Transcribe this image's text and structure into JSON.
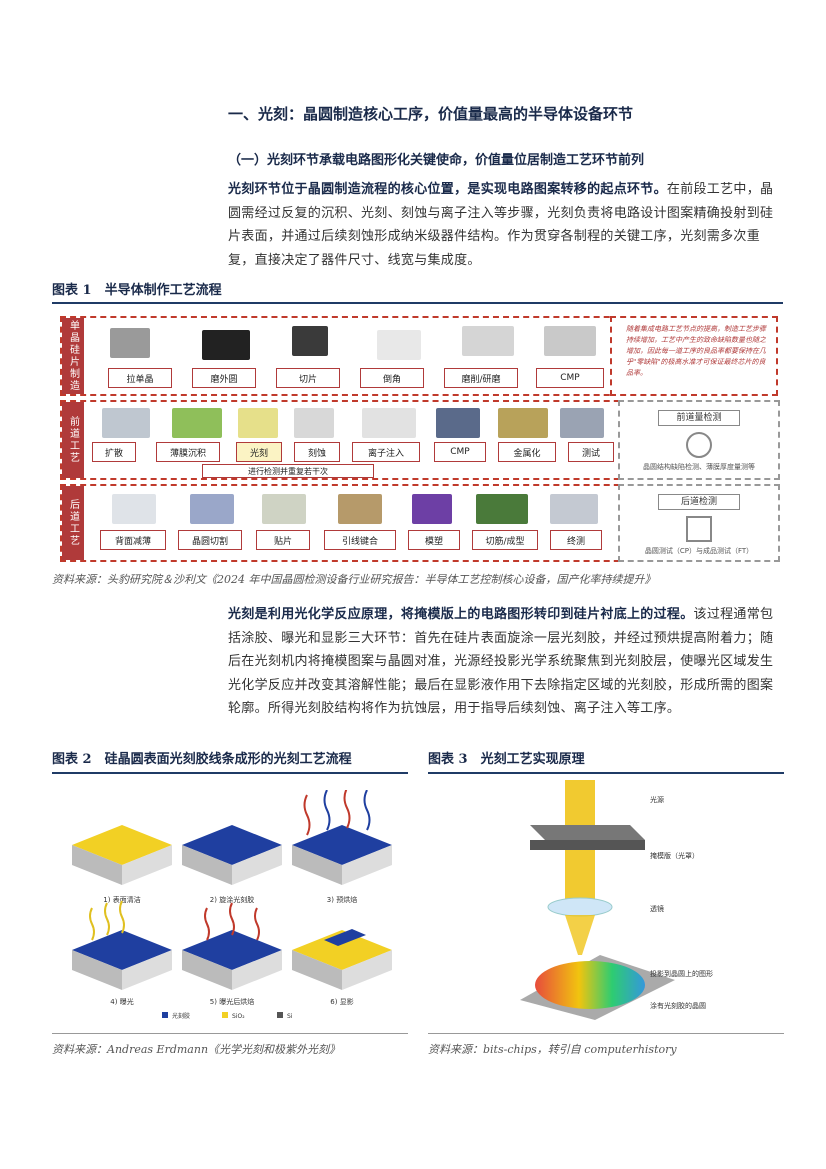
{
  "heading1": "一、光刻：晶圆制造核心工序，价值量最高的半导体设备环节",
  "heading2": "（一）光刻环节承载电路图形化关键使命，价值量位居制造工艺环节前列",
  "para1": {
    "bold": "光刻环节位于晶圆制造流程的核心位置，是实现电路图案转移的起点环节。",
    "rest": "在前段工艺中，晶圆需经过反复的沉积、光刻、刻蚀与离子注入等步骤，光刻负责将电路设计图案精确投射到硅片表面，并通过后续刻蚀形成纳米级器件结构。作为贯穿各制程的关键工序，光刻需多次重复，直接决定了器件尺寸、线宽与集成度。"
  },
  "fig1": {
    "title": "图表 1　半导体制作工艺流程",
    "band1": {
      "label": "单晶硅片制造",
      "steps": [
        "拉单晶",
        "磨外圆",
        "切片",
        "倒角",
        "磨削/研磨",
        "CMP"
      ]
    },
    "band2": {
      "label": "前道工艺",
      "steps": [
        "扩散",
        "薄膜沉积",
        "光刻",
        "刻蚀",
        "离子注入",
        "CMP",
        "金属化",
        "测试"
      ],
      "loop": "进行检测并重复若干次"
    },
    "band3": {
      "label": "后道工艺",
      "steps": [
        "背面减薄",
        "晶圆切割",
        "贴片",
        "引线键合",
        "模塑",
        "切筋/成型",
        "终测"
      ]
    },
    "note": "随着集成电路工艺节点的提高，制造工艺步骤持续增加，工艺中产生的致命缺陷数量也随之增加，因此每一道工序的良品率都要保持在几乎\"零缺陷\"的极高水准才可保证最终芯片的良品率。",
    "front_check": {
      "title": "前道量检测",
      "desc": "晶圆结构缺陷检测、薄膜厚度量测等"
    },
    "back_check": {
      "title": "后道检测",
      "desc": "晶圆测试（CP）与成品测试（FT）"
    },
    "source": "资料来源：头豹研究院＆沙利文《2024 年中国晶圆检测设备行业研究报告：半导体工艺控制核心设备，国产化率持续提升》"
  },
  "para2": {
    "bold": "光刻是利用光化学反应原理，将掩模版上的电路图形转印到硅片衬底上的过程。",
    "rest": "该过程通常包括涂胶、曝光和显影三大环节：首先在硅片表面旋涂一层光刻胶，并经过预烘提高附着力；随后在光刻机内将掩模图案与晶圆对准，光源经投影光学系统聚焦到光刻胶层，使曝光区域发生光化学反应并改变其溶解性能；最后在显影液作用下去除指定区域的光刻胶，形成所需的图案轮廓。所得光刻胶结构将作为抗蚀层，用于指导后续刻蚀、离子注入等工序。"
  },
  "fig2": {
    "title": "图表 2　硅晶圆表面光刻胶线条成形的光刻工艺流程",
    "steps": [
      "1) 表面清洁",
      "2) 旋涂光刻胶",
      "3) 预烘焙",
      "4) 曝光",
      "5) 曝光后烘焙",
      "6) 显影"
    ],
    "legend": [
      "光刻胶",
      "SiO₂",
      "Si"
    ],
    "source": "资料来源：Andreas Erdmann《光学光刻和极紫外光刻》"
  },
  "fig3": {
    "title": "图表 3　光刻工艺实现原理",
    "labels": [
      "光源",
      "掩模版（光罩）",
      "透镜",
      "投影到晶圆上的图形",
      "涂有光刻胶的晶圆"
    ],
    "source": "资料来源：bits-chips，转引自 computerhistory"
  },
  "colors": {
    "accent": "#1f3b66",
    "band": "#c0392b",
    "yellow": "#f2d024",
    "blue": "#1f3fa0"
  }
}
